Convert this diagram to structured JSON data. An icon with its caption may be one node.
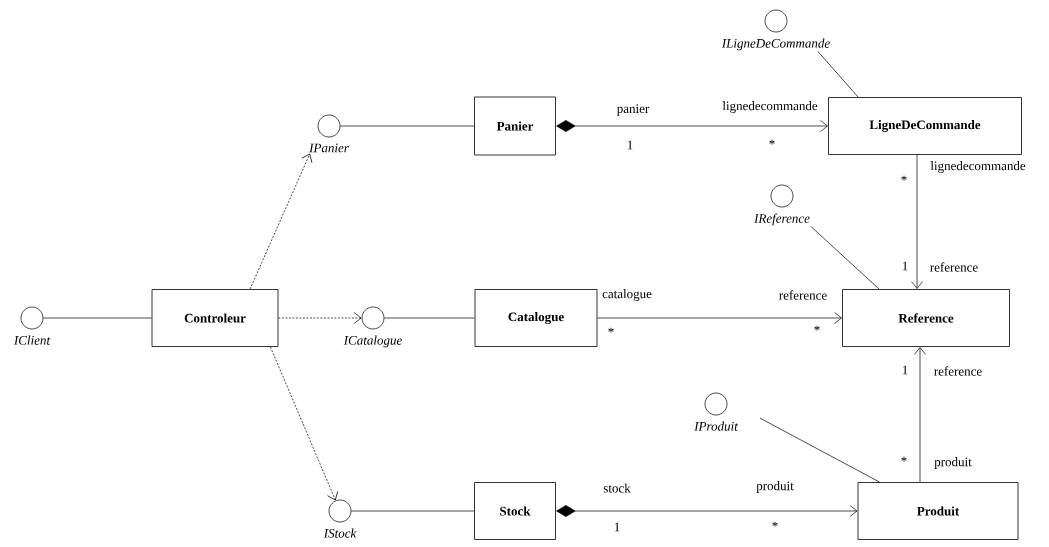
{
  "diagram": {
    "nodes": [
      {
        "text": [
          "IClient"
        ]
      },
      {
        "text": [
          "Controleur"
        ]
      },
      {
        "text": [
          "IPanier"
        ]
      },
      {
        "text": [
          "Panier"
        ]
      },
      {
        "text": [
          "ICatalogue"
        ]
      },
      {
        "text": [
          "Catalogue"
        ]
      },
      {
        "text": [
          "IStock"
        ]
      },
      {
        "text": [
          "Stock"
        ]
      },
      {
        "text": [
          "ILigneDeCommande"
        ]
      },
      {
        "text": [
          "LigneDeCommande"
        ]
      },
      {
        "text": [
          "IReference"
        ]
      },
      {
        "text": [
          "Reference"
        ]
      },
      {
        "text": [
          "IProduit"
        ]
      },
      {
        "text": [
          "Produit"
        ]
      }
    ],
    "edges": [
      {
        "from": 0,
        "to": 1,
        "arrow": "none"
      },
      {
        "from": 1,
        "to": 2,
        "arrow": "to",
        "style": "dashed"
      },
      {
        "from": 1,
        "to": 4,
        "arrow": "to",
        "style": "dashed"
      },
      {
        "from": 1,
        "to": 6,
        "arrow": "to",
        "style": "dashed"
      },
      {
        "from": 2,
        "to": 3,
        "arrow": "none"
      },
      {
        "from": 4,
        "to": 5,
        "arrow": "none"
      },
      {
        "from": 6,
        "to": 7,
        "arrow": "none"
      },
      {
        "from": 3,
        "to": 9,
        "arrow": "to"
      },
      {
        "from": 8,
        "to": 9,
        "arrow": "none"
      },
      {
        "from": 9,
        "to": 11,
        "arrow": "to"
      },
      {
        "from": 10,
        "to": 11,
        "arrow": "none"
      },
      {
        "from": 5,
        "to": 11,
        "arrow": "to"
      },
      {
        "from": 13,
        "to": 11,
        "arrow": "to"
      },
      {
        "from": 12,
        "to": 13,
        "arrow": "none"
      },
      {
        "from": 7,
        "to": 13,
        "arrow": "to"
      }
    ],
    "labels": [
      "panier",
      "1",
      "lignedecommande",
      "*",
      "lignedecommande",
      "*",
      "1",
      "reference",
      "catalogue",
      "*",
      "reference",
      "*",
      "1",
      "reference",
      "*",
      "produit",
      "stock",
      "1",
      "produit",
      "*"
    ]
  }
}
